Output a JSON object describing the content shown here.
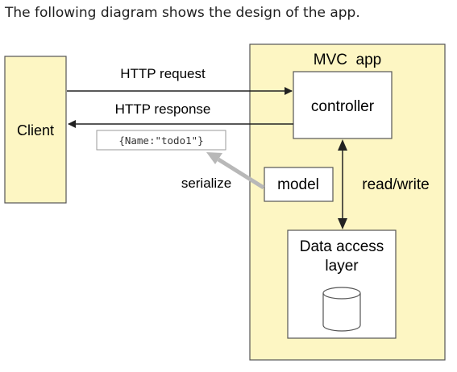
{
  "intro_text": "The following diagram shows the design of the app.",
  "diagram": {
    "client_label": "Client",
    "mvc_title": "MVC  app",
    "controller_label": "controller",
    "model_label": "model",
    "data_access_line1": "Data access",
    "data_access_line2": "layer",
    "http_request_label": "HTTP request",
    "http_response_label": "HTTP response",
    "json_sample": "{Name:\"todo1\"}",
    "serialize_label": "serialize",
    "read_write_label": "read/write"
  },
  "colors": {
    "box_fill": "#fdf6c3",
    "border": "#555555",
    "text": "#000000",
    "arrow": "#222222",
    "serialize_arrow": "#b8b8b8"
  }
}
